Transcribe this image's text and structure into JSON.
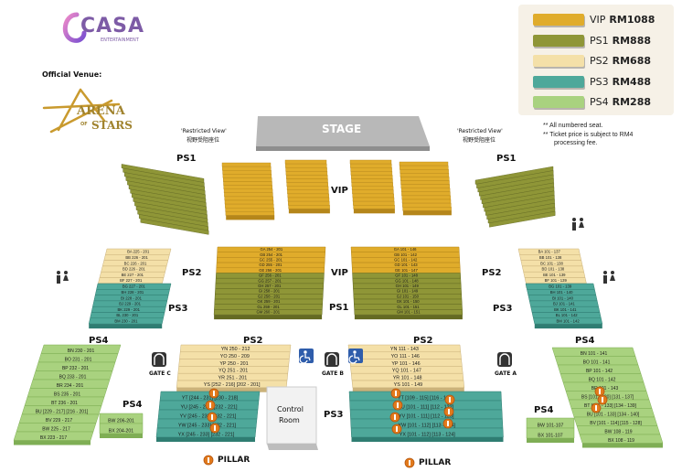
{
  "brand": {
    "name": "CASA",
    "tagline": "ENTERTAINMENT"
  },
  "venue": {
    "label": "Official Venue:",
    "logo_line1": "ARENA",
    "logo_line2": "STARS",
    "logo_of": "OF"
  },
  "legend": [
    {
      "name": "VIP",
      "price": "RM1088",
      "color": "#e0ac2b"
    },
    {
      "name": "PS1",
      "price": "RM888",
      "color": "#8f9637"
    },
    {
      "name": "PS2",
      "price": "RM688",
      "color": "#f4e0a8"
    },
    {
      "name": "PS3",
      "price": "RM488",
      "color": "#4ea89a"
    },
    {
      "name": "PS4",
      "price": "RM288",
      "color": "#a9d27f"
    }
  ],
  "notes": [
    "** All numbered seat.",
    "** Ticket price is subject to RM4",
    "processing fee."
  ],
  "stage": "STAGE",
  "restricted": {
    "en": "'Restricted View'",
    "zh": "视野受阻座位"
  },
  "section_labels": {
    "ps1": "PS1",
    "ps2": "PS2",
    "ps3": "PS3",
    "ps4": "PS4",
    "vip": "VIP"
  },
  "gates": [
    "GATE C",
    "GATE B",
    "GATE A"
  ],
  "pillar": "PILLAR",
  "control_room": [
    "Control",
    "Room"
  ],
  "left_ps4_rows": [
    "BN 230 - 201",
    "BO 231 - 201",
    "BP 232 - 201",
    "BQ 233 - 201",
    "BR 234 - 201",
    "BS 235 - 201",
    "BT 236 - 201",
    "BU [229 - 217]  [216 - 201]",
    "BV 229 - 217",
    "BW 225 - 217",
    "BX 223 - 217"
  ],
  "left_ps4_small": [
    "BW 206-201",
    "BX 204-201"
  ],
  "right_ps4_rows": [
    "BN 101 - 141",
    "BO 101 - 141",
    "BP 101 - 142",
    "BQ 101 - 142",
    "BR 101 - 143",
    "BS [101 - 130]  [131 - 137]",
    "BT [101 - 133]  [134 - 139]",
    "BU [101 - 133]  [134 - 140]",
    "BV [101 - 114]  [115 - 128]",
    "BW 108 - 119",
    "BX 108 - 119"
  ],
  "right_ps4_small": [
    "BW 101-107",
    "BX 101-107"
  ],
  "left_ps2_rows": [
    "BA 225 - 201",
    "BB 226 - 201",
    "BC 226 - 201",
    "BD 226 - 201",
    "BE 227 - 201",
    "BF 227 - 201"
  ],
  "left_ps3_rows": [
    "BG 227 - 201",
    "BH 228 - 201",
    "BI 228 - 201",
    "BJ 229 - 201",
    "BK 229 - 201",
    "BL 230 - 201",
    "BM 230 - 201"
  ],
  "right_ps2_rows": [
    "BA 101 - 137",
    "BB 101 - 138",
    "BC 101 - 138",
    "BD 101 - 138",
    "BE 101 - 139",
    "BF 101 - 139"
  ],
  "right_ps3_rows": [
    "BG 101 - 139",
    "BH 101 - 140",
    "BI 101 - 140",
    "BJ 101 - 141",
    "BK 101 - 141",
    "BL 101 - 142",
    "BM 101 - 142"
  ],
  "center_left_rows": [
    "GA 254 - 201",
    "GB 254 - 201",
    "GC 255 - 201",
    "GD 255 - 201",
    "GE 256 - 201",
    "GF 256 - 201",
    "GG 257 - 201",
    "GH 257 - 201",
    "GI 258 - 201",
    "GJ 258 - 201",
    "GK 259 - 201",
    "GL 259 - 201",
    "GM 260 - 201"
  ],
  "center_right_rows": [
    "GA 101 - 146",
    "GB 101 - 142",
    "GC 101 - 142",
    "GD 101 - 143",
    "GE 101 - 147",
    "GF 101 - 148",
    "GG 101 - 148",
    "GH 101 - 149",
    "GI 101 - 149",
    "GJ 101 - 150",
    "GK 101 - 150",
    "GL 101 - 151",
    "GM 101 - 151"
  ],
  "lower_left_ps2_rows": [
    "YN 250 - 212",
    "YO 250 - 209",
    "YP 250 - 201",
    "YQ 251 - 201",
    "YR 251 - 201",
    "YS [252 - 216]   [202 - 201]"
  ],
  "lower_left_ps3_rows": [
    [
      "YT [244 - 231]",
      "[230 - 218]"
    ],
    [
      "YU [245 - 233]",
      "[232 - 221]"
    ],
    [
      "YV [245 - 233]",
      "[232 - 221]"
    ],
    [
      "YW [245 - 233]",
      "[232 - 221]"
    ],
    [
      "YX [245 - 233]",
      "[232 - 221]"
    ]
  ],
  "lower_right_ps2_rows": [
    "YN 111 - 143",
    "YO 111 - 146",
    "YP 101 - 146",
    "YQ 101 - 147",
    "YR 101 - 148",
    "YS 101 - 149"
  ],
  "lower_right_ps3_rows": [
    [
      "YT [109 - 115]",
      "[116 - 129]"
    ],
    [
      "YU [101 - 111]",
      "[112 - 122]"
    ],
    [
      "YV [101 - 111]",
      "[112 - 123]"
    ],
    [
      "YW [101 - 112]",
      "[113 - 124]"
    ],
    [
      "YX [101 - 112]",
      "[113 - 124]"
    ]
  ]
}
